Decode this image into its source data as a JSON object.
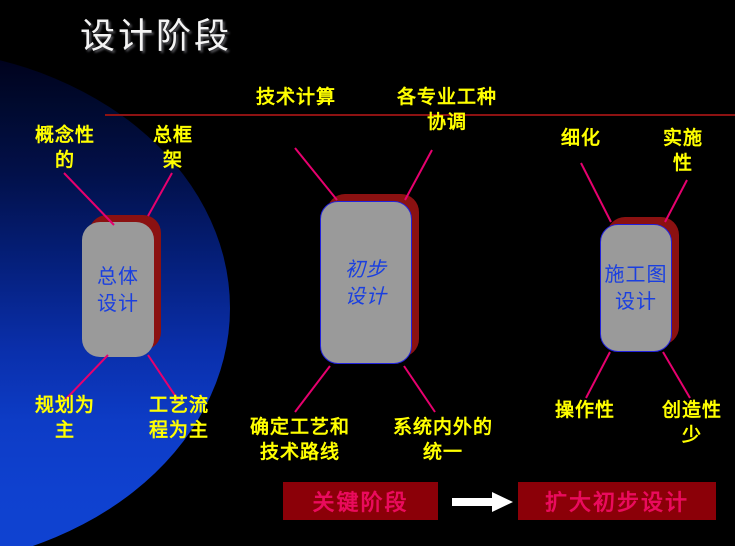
{
  "slide": {
    "title": "设计阶段",
    "background_color": "#000000",
    "accent_rule_color": "#8d1212",
    "label_color": "#ffff00",
    "box_fill_color": "#9a9a9a",
    "box_shadow_color": "#8b1111",
    "box_text_color": "#1a3fe0",
    "banner_fill_color": "#8b0008",
    "banner_text_color": "#ea0b5d",
    "connector_color": "#e6006e"
  },
  "stages": [
    {
      "id": "overall-design",
      "box_label": "总体\n设计",
      "top_labels": [
        "概念性\n的",
        "总框\n架"
      ],
      "bottom_labels": [
        "规划为\n主",
        "工艺流\n程为主"
      ]
    },
    {
      "id": "preliminary-design",
      "box_label": "初步\n设计",
      "top_labels": [
        "技术计算",
        "各专业工种\n协调"
      ],
      "bottom_labels": [
        "确定工艺和\n技术路线",
        "系统内外的\n统一"
      ]
    },
    {
      "id": "construction-drawing-design",
      "box_label": "施工图\n设计",
      "top_labels": [
        "细化",
        "实施\n性"
      ],
      "bottom_labels": [
        "操作性",
        "创造性\n少"
      ]
    }
  ],
  "banners": {
    "left_label": "关键阶段",
    "right_label": "扩大初步设计",
    "arrow_icon": "right-arrow-icon"
  }
}
